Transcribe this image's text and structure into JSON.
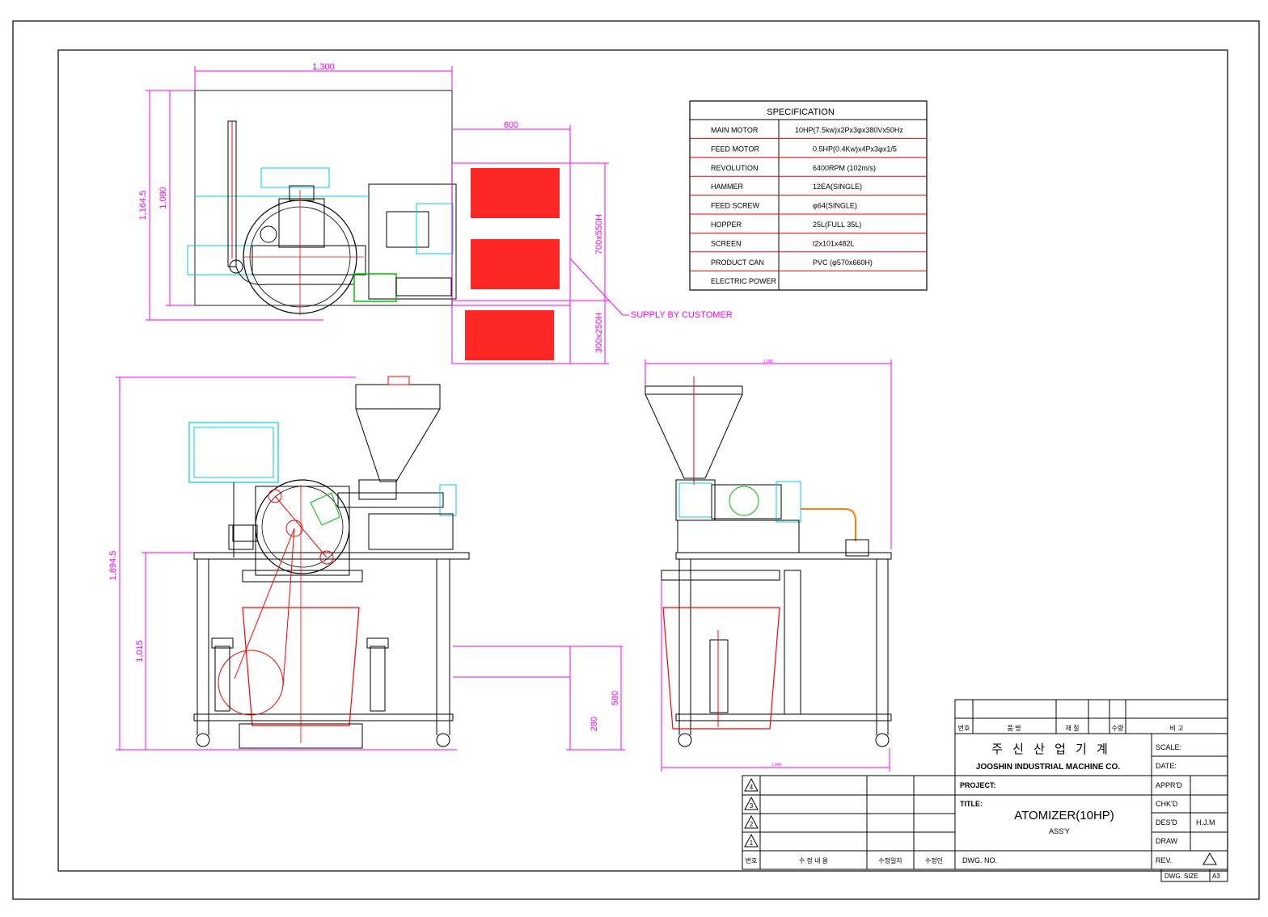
{
  "colors": {
    "dimension": "#ff00ff",
    "part_red": "#ff0000",
    "part_cyan": "#00d0d0",
    "part_green": "#00c000",
    "ink": "#000000",
    "orange": "#ff8000"
  },
  "dimensions": {
    "top_width": "1,300",
    "top_height_outer": "1,164.5",
    "top_height_inner": "1,080",
    "side_width": "600",
    "area_upper": "700x550H",
    "area_lower": "300x250H",
    "supply_note": "SUPPLY BY CUSTOMER",
    "front_height": "1,894.5",
    "table_height": "1,015",
    "outlet_height": "580",
    "can_height": "280",
    "side_top_width": "1,080",
    "side_bottom_width": "1,040"
  },
  "spec": {
    "title": "SPECIFICATION",
    "rows": [
      {
        "label": "MAIN MOTOR",
        "value": "10HP(7.5kw)x2Px3φx380Vx50Hz"
      },
      {
        "label": "FEED MOTOR",
        "value": "0.5HP(0.4Kw)x4Px3φx1/5"
      },
      {
        "label": "REVOLUTION",
        "value": "6400RPM   (102m/s)"
      },
      {
        "label": "HAMMER",
        "value": "12EA(SINGLE)"
      },
      {
        "label": "FEED SCREW",
        "value": "φ64(SINGLE)"
      },
      {
        "label": "HOPPER",
        "value": "25L(FULL 35L)"
      },
      {
        "label": "SCREEN",
        "value": "t2x101x482L"
      },
      {
        "label": "PRODUCT CAN",
        "value": "PVC (φ570x660H)"
      },
      {
        "label": "ELECTRIC POWER",
        "value": ""
      }
    ]
  },
  "title_block": {
    "header_cols": [
      "번호",
      "품      명",
      "재  질",
      "수량",
      "비          고"
    ],
    "company_kr": "주 신 산 업 기 계",
    "company_en": "JOOSHIN INDUSTRIAL MACHINE CO.",
    "project_label": "PROJECT:",
    "title_label": "TITLE:",
    "title_main": "ATOMIZER(10HP)",
    "title_sub": "ASS'Y",
    "dwg_no_label": "DWG. NO.",
    "scale_label": "SCALE:",
    "date_label": "DATE:",
    "apprd_label": "APPR'D",
    "chkd_label": "CHK'D",
    "desd_label": "DES'D",
    "desd_value": "H.J.M",
    "draw_label": "DRAW",
    "rev_label": "REV.",
    "dwg_size_label": "DWG. SIZE",
    "dwg_size_value": "A3"
  },
  "revision_block": {
    "marks": [
      "4",
      "3",
      "2",
      "1"
    ],
    "footer": [
      "번호",
      "수  정  내  용",
      "수정일자",
      "수정인"
    ]
  }
}
